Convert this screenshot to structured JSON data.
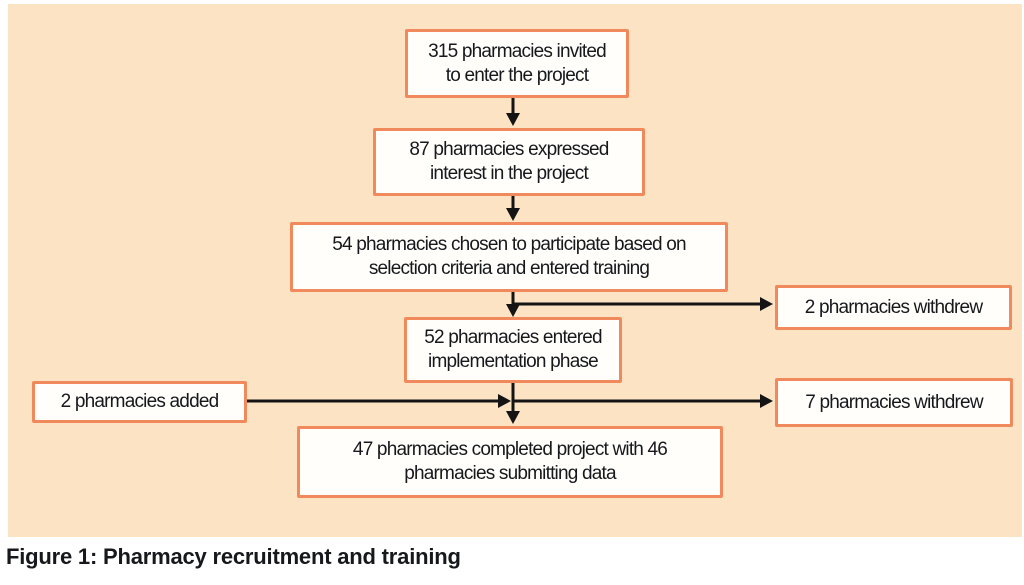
{
  "figure_caption": "Figure 1: Pharmacy recruitment and training",
  "colors": {
    "panel_background": "#fce3c4",
    "box_border": "#f08a5c",
    "box_fill": "#fffefb",
    "arrow": "#141414",
    "text": "#16181c"
  },
  "flow": {
    "nodes": {
      "invited": {
        "line1": "315 pharmacies invited",
        "line2": "to enter the project"
      },
      "interest": {
        "line1": "87 pharmacies expressed",
        "line2": "interest in the project"
      },
      "chosen": {
        "line1": "54 pharmacies chosen to participate based on",
        "line2": "selection criteria and entered training"
      },
      "withdrew_training": {
        "line1": "2 pharmacies withdrew"
      },
      "implementation": {
        "line1": "52 pharmacies entered",
        "line2": "implementation phase"
      },
      "added": {
        "line1": "2 pharmacies added"
      },
      "withdrew_implementation": {
        "line1": "7 pharmacies withdrew"
      },
      "completed": {
        "line1": "47 pharmacies completed project with 46",
        "line2": "pharmacies submitting data"
      }
    }
  }
}
